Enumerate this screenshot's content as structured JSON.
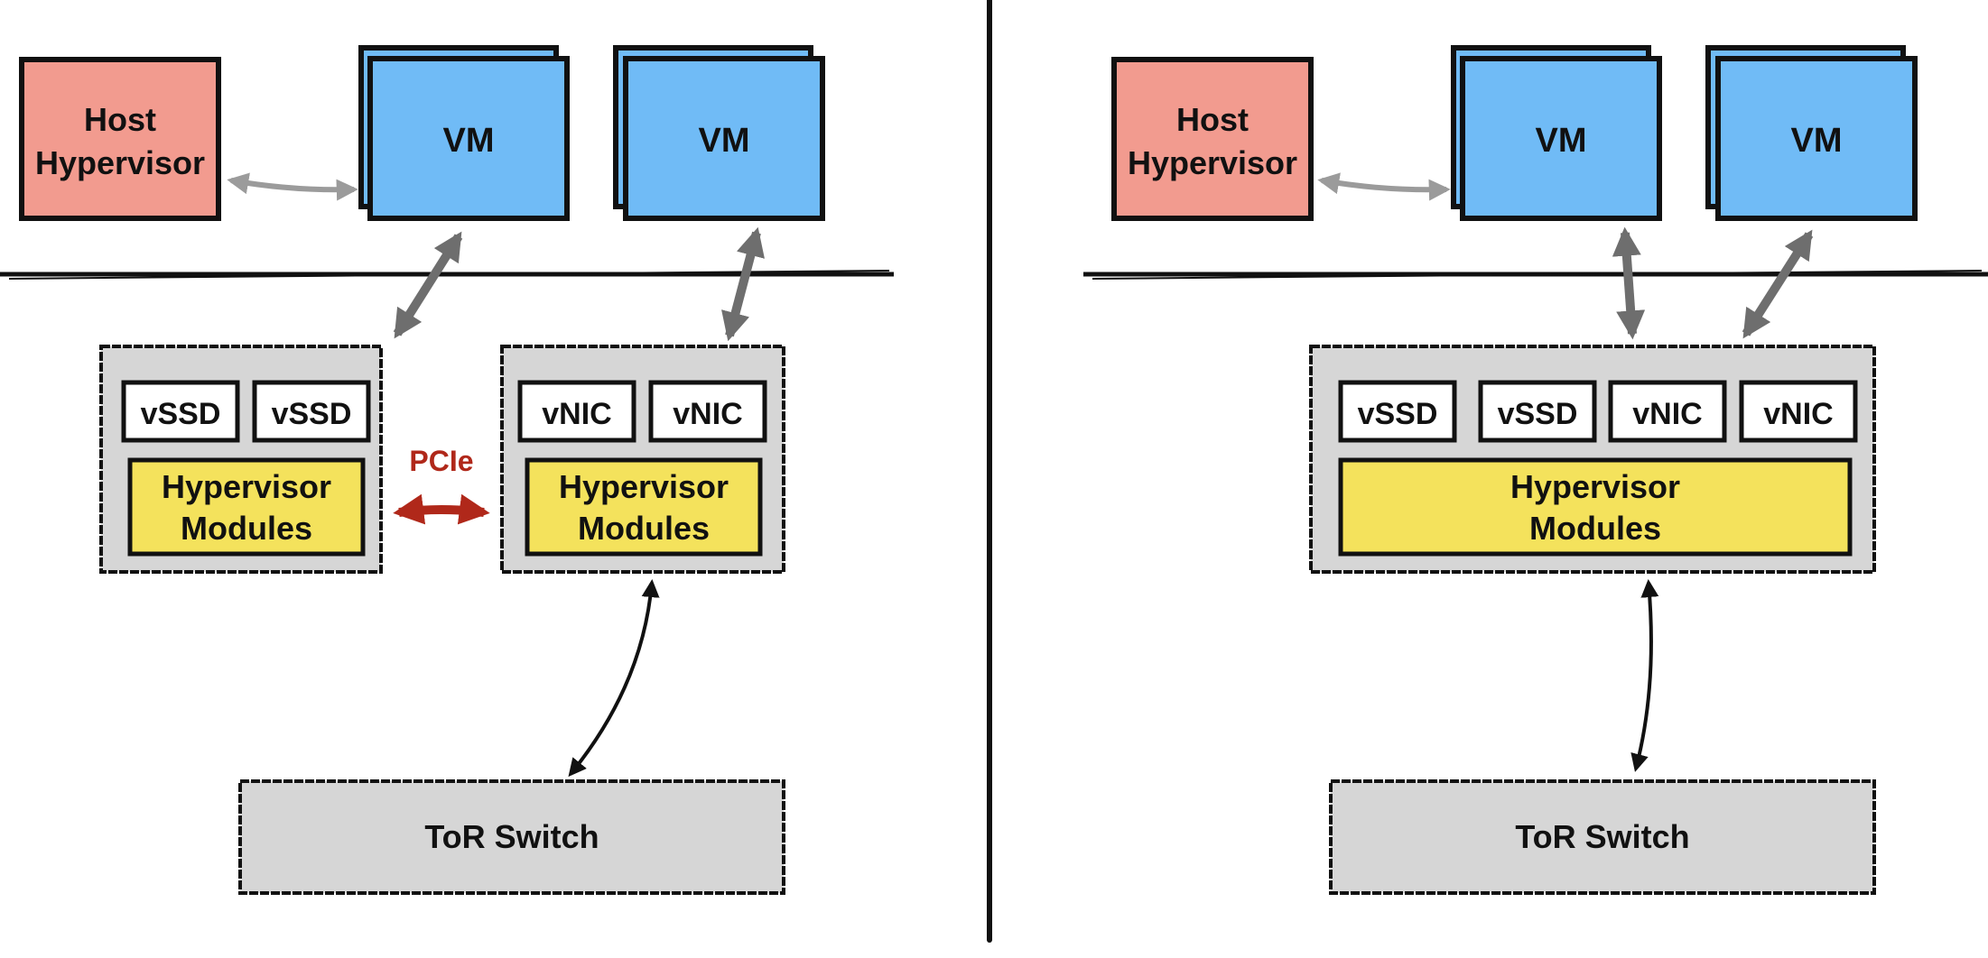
{
  "left_panel": {
    "host": [
      "Host",
      "Hypervisor"
    ],
    "vm1": "VM",
    "vm2": "VM",
    "storage": {
      "chips": [
        "vSSD",
        "vSSD"
      ],
      "modules": [
        "Hypervisor",
        "Modules"
      ]
    },
    "network": {
      "chips": [
        "vNIC",
        "vNIC"
      ],
      "modules": [
        "Hypervisor",
        "Modules"
      ]
    },
    "pcie_label": "PCIe",
    "tor": "ToR Switch"
  },
  "right_panel": {
    "host": [
      "Host",
      "Hypervisor"
    ],
    "vm1": "VM",
    "vm2": "VM",
    "chips": [
      "vSSD",
      "vSSD",
      "vNIC",
      "vNIC"
    ],
    "modules": [
      "Hypervisor",
      "Modules"
    ],
    "tor": "ToR Switch"
  },
  "colors": {
    "host": "#f29b8f",
    "vm": "#70bbf6",
    "container": "#d6d6d6",
    "modules": "#f4e25c",
    "pcie": "#b0281a",
    "gray_arrow": "#9b9b9b",
    "dark_arrow": "#6e6e6e"
  }
}
